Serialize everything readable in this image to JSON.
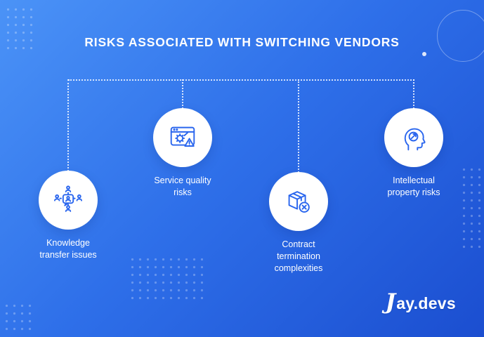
{
  "title": "RISKS ASSOCIATED WITH SWITCHING VENDORS",
  "risks": [
    {
      "label": "Knowledge transfer issues",
      "icon": "people-network-icon"
    },
    {
      "label": "Service quality risks",
      "icon": "browser-gear-warning-icon"
    },
    {
      "label": "Contract termination complexities",
      "icon": "package-cancel-icon"
    },
    {
      "label": "Intellectual property risks",
      "icon": "head-idea-growth-icon"
    }
  ],
  "logo": {
    "mark": "J",
    "text": "ay.devs"
  },
  "colors": {
    "background_start": "#4b93f7",
    "background_end": "#1b4ed0",
    "icon_blue": "#2a66ee",
    "text_white": "#ffffff"
  }
}
